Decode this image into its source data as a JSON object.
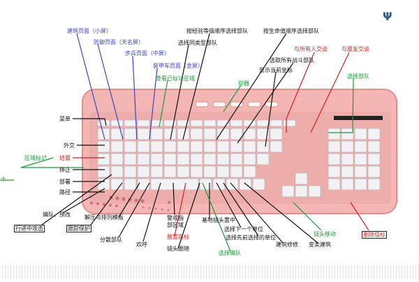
{
  "labels": {
    "jianzhu": "建筑页面（小屏）",
    "fangyu": "防御页面（天名屏）",
    "bubing": "步兵页面（中屏）",
    "zhuangjia": "装甲车页面（金屏）",
    "chakan": "查看已标记区域",
    "paixu": "按经验等级顺序选择部队",
    "shengming": "按生命值顺序选择部队",
    "tongleixing": "选择同类型部队",
    "suoyou": "选取所有战斗部队",
    "zuobiao": "显示当前坐标",
    "gongji": "与所有人交谈",
    "mengyou": "与盟友交谈",
    "xuanze": "选择部队",
    "qiyu": "抑器",
    "caidan": "菜单",
    "waijiao": "外交",
    "quyu": "区域标记",
    "jiegou": "结盟",
    "tingzhi": "停止",
    "bushu": "部署",
    "lujing": "路径",
    "bianzu": "编队、预改",
    "haixia": "解压与排列模板",
    "xingjin": "行进中攻击",
    "genzong": "跟踪保护",
    "fensan": "分散部队",
    "huanhu": "欢呼",
    "jingjie": "警戒指",
    "bufang": "部区域",
    "fangzhi": "放置路标",
    "jingtou": "镜头跟随",
    "jidi": "基地镜头置中",
    "xiayige": "选择下一个单位",
    "xianqian": "选择先前选择的单位",
    "jianzhuxiuli": "建筑修修",
    "biancheng": "变卖建筑",
    "jingtouyidong": "镜头移动",
    "shanchu": "删除信标",
    "xuanzebian": "选择编队",
    "hhhh": "十"
  },
  "colors": {
    "keyboard_body": "#f3b6b4",
    "keyboard_edge": "#e58f8c",
    "key": "#f2f2f4",
    "line_blue": "#3a46c8",
    "line_black": "#111111",
    "line_red": "#d21f1f",
    "line_green": "#1e9a3a"
  },
  "icons": {
    "logo": "brand-logo-icon"
  }
}
